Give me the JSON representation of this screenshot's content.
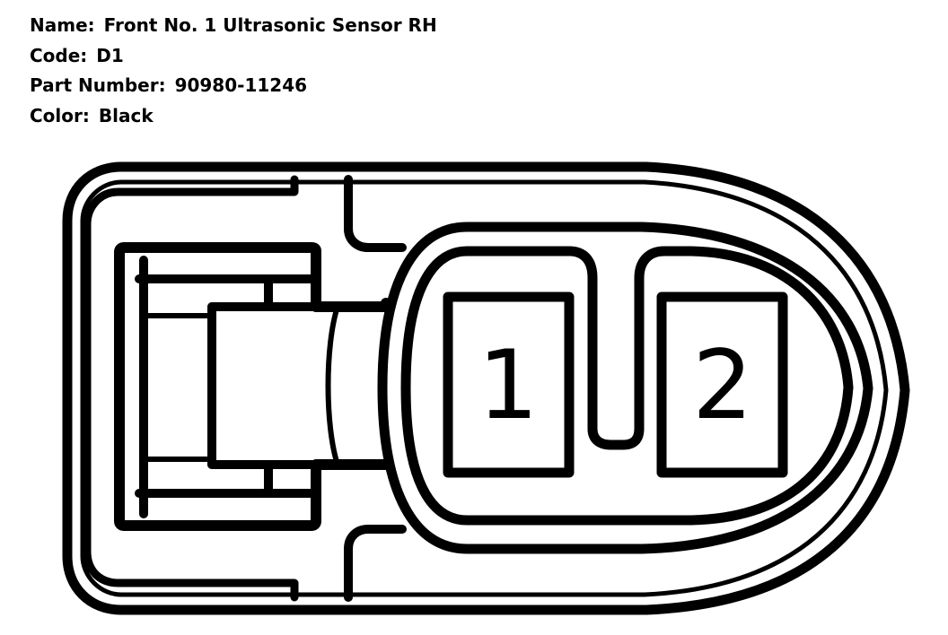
{
  "header": {
    "name_label": "Name:",
    "name_value": "Front No. 1 Ultrasonic Sensor RH",
    "code_label": "Code:",
    "code_value": "D1",
    "part_label": "Part Number:",
    "part_value": "90980-11246",
    "color_label": "Color:",
    "color_value": "Black"
  },
  "connector": {
    "pins": [
      {
        "label": "1"
      },
      {
        "label": "2"
      }
    ],
    "line_color": "#000000",
    "background": "#ffffff"
  }
}
